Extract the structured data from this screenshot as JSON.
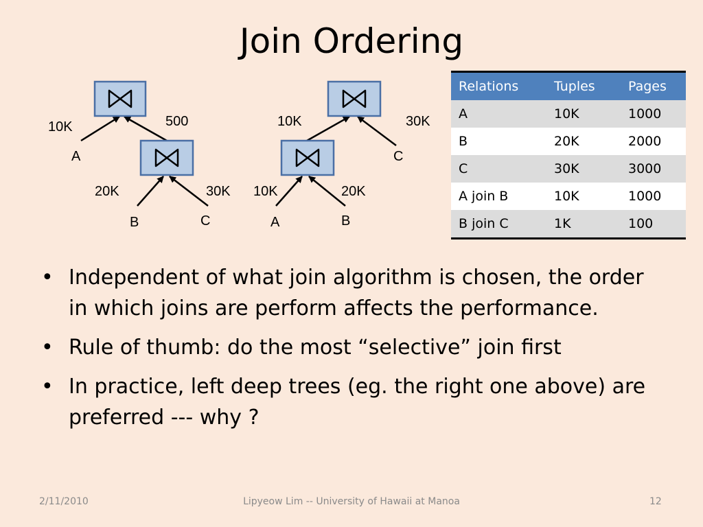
{
  "title": "Join Ordering",
  "tree_left": {
    "root_left_label": "10K",
    "root_right_label": "500",
    "leaf_a": "A",
    "child_left_label": "20K",
    "child_right_label": "30K",
    "leaf_b": "B",
    "leaf_c": "C"
  },
  "tree_right": {
    "root_left_label": "10K",
    "root_right_label": "30K",
    "leaf_c": "C",
    "child_left_label": "10K",
    "child_right_label": "20K",
    "leaf_a": "A",
    "leaf_b": "B"
  },
  "table": {
    "headers": [
      "Relations",
      "Tuples",
      "Pages"
    ],
    "rows": [
      [
        "A",
        "10K",
        "1000"
      ],
      [
        "B",
        "20K",
        "2000"
      ],
      [
        "C",
        "30K",
        "3000"
      ],
      [
        "A join B",
        "10K",
        "1000"
      ],
      [
        "B join C",
        "1K",
        "100"
      ]
    ]
  },
  "bullets": [
    "Independent of what join algorithm is chosen, the order in which joins are perform affects the performance.",
    "Rule of thumb: do the most “selective” join first",
    "In practice, left deep trees (eg. the right one above) are preferred --- why ?"
  ],
  "footer": {
    "date": "2/11/2010",
    "author": "Lipyeow Lim -- University of Hawaii at Manoa",
    "page": "12"
  }
}
